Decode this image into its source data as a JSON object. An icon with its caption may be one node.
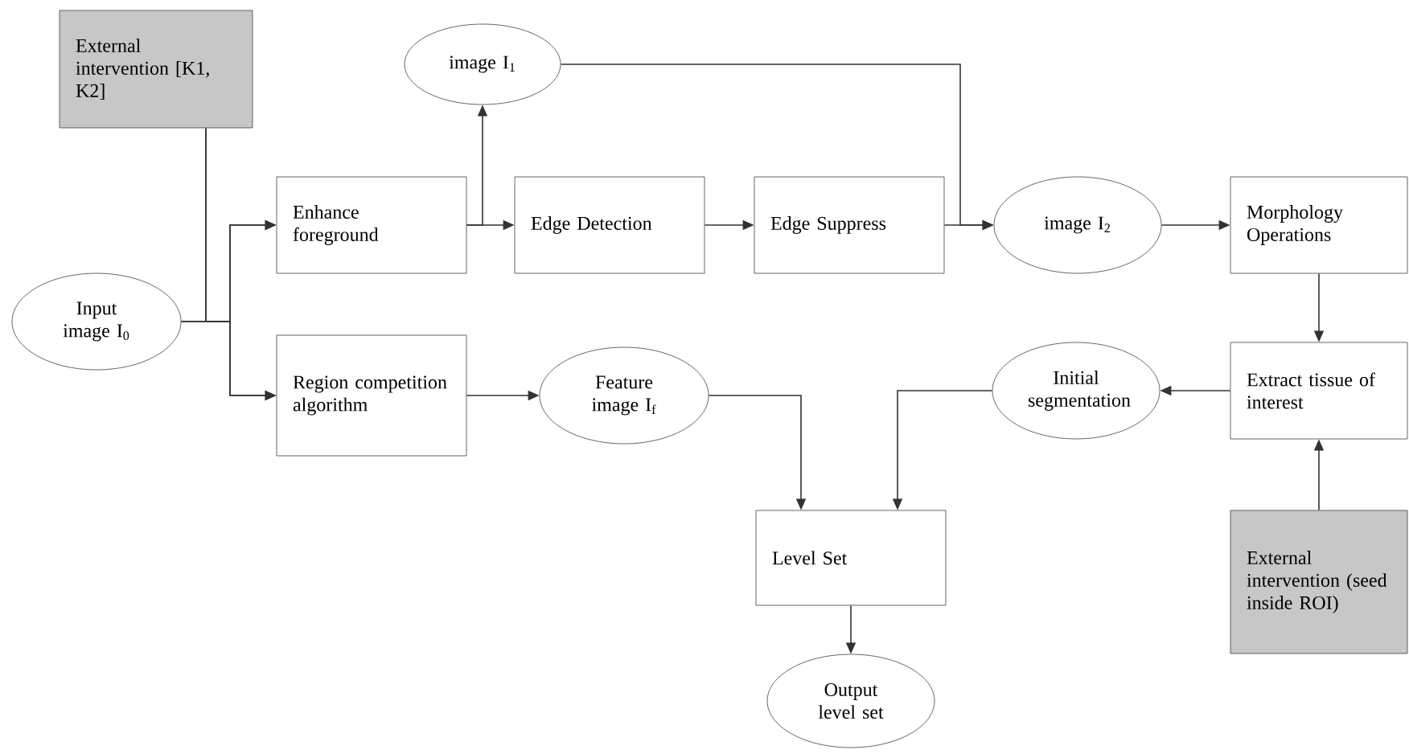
{
  "diagram": {
    "nodes": [
      {
        "text": [
          "External intervention [K1, K2]"
        ]
      },
      {
        "text": [
          "image I$_{1}$"
        ]
      },
      {
        "text": [
          "Input image I$_{0}$"
        ]
      },
      {
        "text": [
          "Enhance foreground"
        ]
      },
      {
        "text": [
          "Edge Detection"
        ]
      },
      {
        "text": [
          "Edge Suppress"
        ]
      },
      {
        "text": [
          "image I$_{2}$"
        ]
      },
      {
        "text": [
          "Morphology Operations"
        ]
      },
      {
        "text": [
          "Region competition algorithm"
        ]
      },
      {
        "text": [
          "Feature image I$_{f}$"
        ]
      },
      {
        "text": [
          "Initial segmentation"
        ]
      },
      {
        "text": [
          "Extract tissue of interest"
        ]
      },
      {
        "text": [
          "Level Set"
        ]
      },
      {
        "text": [
          "Output level set"
        ]
      },
      {
        "text": [
          "External intervention (seed inside ROI)"
        ]
      }
    ],
    "edges": [
      {
        "from": 0,
        "to": 3,
        "arrow": "to"
      },
      {
        "from": 0,
        "to": 8,
        "arrow": "to"
      },
      {
        "from": 2,
        "to": 3,
        "arrow": "to"
      },
      {
        "from": 2,
        "to": 8,
        "arrow": "to"
      },
      {
        "from": 3,
        "to": 1,
        "arrow": "to"
      },
      {
        "from": 3,
        "to": 4,
        "arrow": "to"
      },
      {
        "from": 4,
        "to": 5,
        "arrow": "to"
      },
      {
        "from": 5,
        "to": 6,
        "arrow": "to"
      },
      {
        "from": 1,
        "to": 6,
        "arrow": "to"
      },
      {
        "from": 6,
        "to": 7,
        "arrow": "to"
      },
      {
        "from": 7,
        "to": 11,
        "arrow": "to"
      },
      {
        "from": 11,
        "to": 10,
        "arrow": "to"
      },
      {
        "from": 14,
        "to": 11,
        "arrow": "to"
      },
      {
        "from": 8,
        "to": 9,
        "arrow": "to"
      },
      {
        "from": 9,
        "to": 12,
        "arrow": "to"
      },
      {
        "from": 10,
        "to": 12,
        "arrow": "to"
      },
      {
        "from": 12,
        "to": 13,
        "arrow": "to"
      }
    ]
  }
}
